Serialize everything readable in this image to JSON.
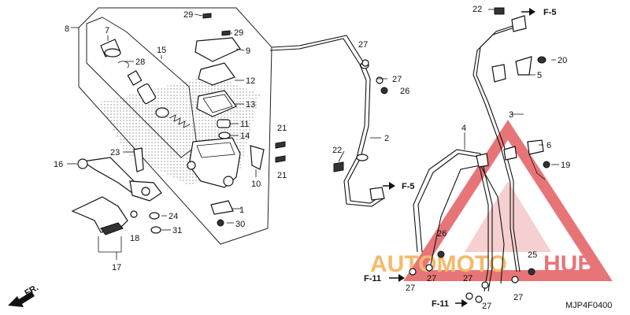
{
  "diagram": {
    "code": "MJP4F0400",
    "front_label": "FR.",
    "refs": [
      "F-5",
      "F-5",
      "F-11",
      "F-11"
    ],
    "watermark": {
      "text_a": "AUTOMOTO",
      "text_b": "HUB",
      "color_red": "#e0474c",
      "color_orange": "#f2a23a"
    },
    "callouts": [
      "29",
      "29",
      "9",
      "8",
      "7",
      "28",
      "15",
      "12",
      "13",
      "11",
      "14",
      "21",
      "21",
      "10",
      "23",
      "16",
      "1",
      "30",
      "24",
      "31",
      "18",
      "17",
      "27",
      "27",
      "26",
      "2",
      "22",
      "5",
      "3",
      "4",
      "20",
      "6",
      "19",
      "22",
      "27",
      "25",
      "26",
      "27",
      "27",
      "27",
      "27"
    ]
  }
}
